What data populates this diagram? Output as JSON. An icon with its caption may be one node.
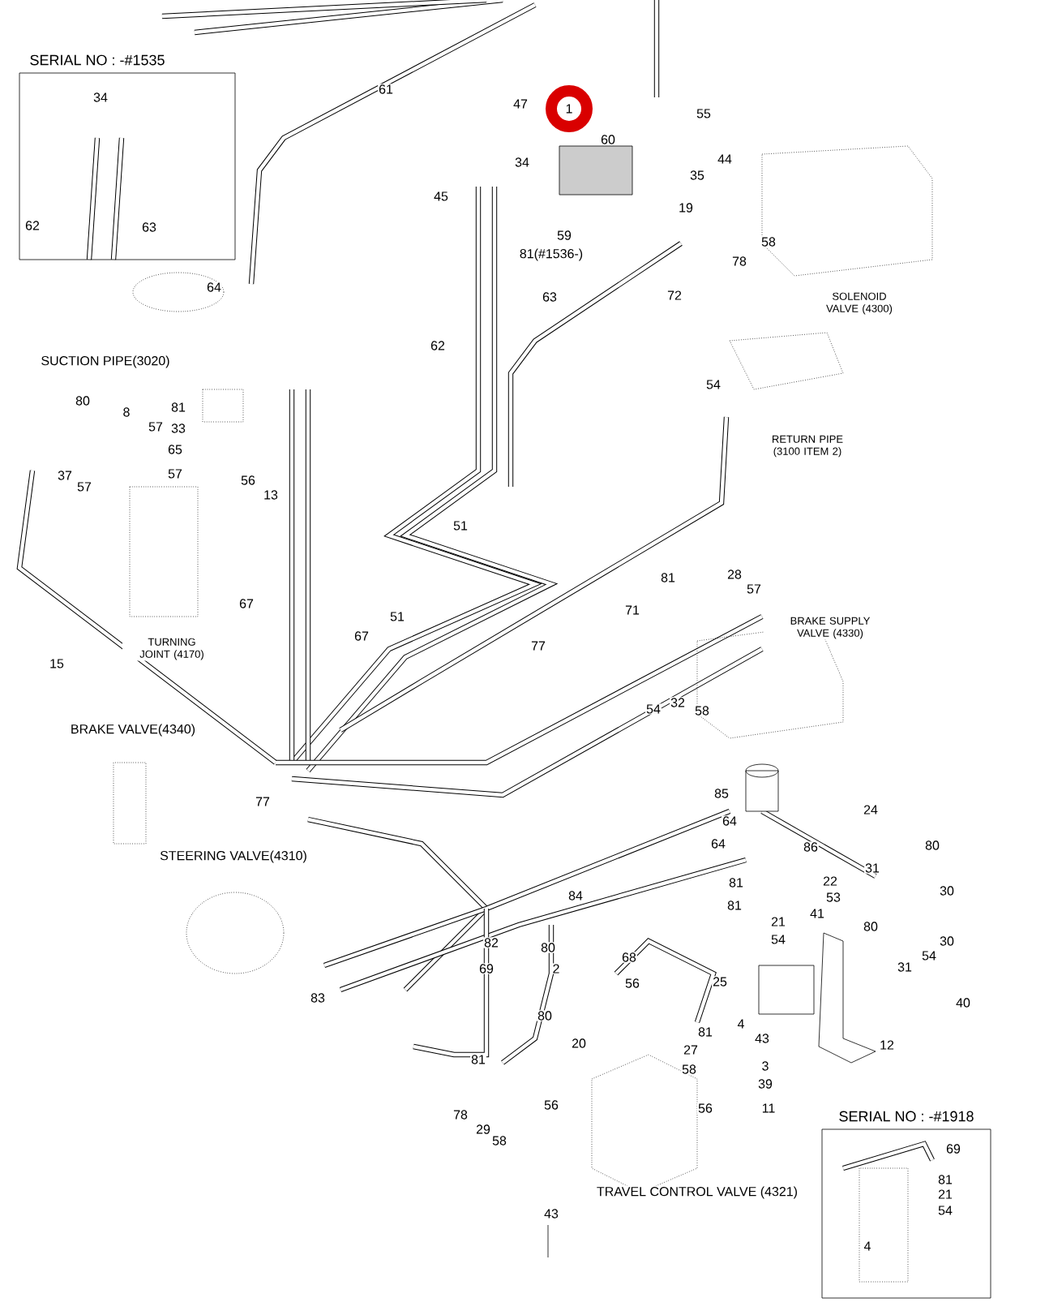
{
  "diagram": {
    "nodes": [
      {
        "text": [
          "SERIAL NO : -#1535"
        ]
      },
      {
        "text": [
          "SERIAL NO : -#1918"
        ]
      }
    ],
    "labels": [
      "34",
      "62",
      "63",
      "61",
      "47",
      "1",
      "55",
      "60",
      "34",
      "44",
      "35",
      "45",
      "59",
      "81(#1536-)",
      "19",
      "58",
      "78",
      "64",
      "63",
      "72",
      "SOLENOID VALVE (4300)",
      "62",
      "SUCTION PIPE(3020)",
      "54",
      "80",
      "8",
      "81",
      "57",
      "33",
      "RETURN PIPE (3100 ITEM 2)",
      "65",
      "37",
      "57",
      "57",
      "56",
      "13",
      "51",
      "81",
      "28",
      "57",
      "51",
      "71",
      "BRAKE SUPPLY VALVE (4330)",
      "67",
      "67",
      "TURNING JOINT (4170)",
      "15",
      "77",
      "54",
      "32",
      "58",
      "BRAKE VALVE(4340)",
      "77",
      "85",
      "24",
      "STEERING VALVE(4310)",
      "64",
      "64",
      "86",
      "80",
      "31",
      "22",
      "30",
      "84",
      "53",
      "81",
      "41",
      "80",
      "81",
      "30",
      "54",
      "82",
      "21",
      "69",
      "54",
      "80",
      "2",
      "68",
      "56",
      "25",
      "31",
      "40",
      "83",
      "80",
      "4",
      "20",
      "81",
      "43",
      "12",
      "27",
      "81",
      "58",
      "3",
      "39",
      "56",
      "56",
      "11",
      "78",
      "29",
      "58",
      "69",
      "81",
      "21",
      "54",
      "4",
      "TRAVEL CONTROL VALVE (4321)",
      "43"
    ]
  }
}
